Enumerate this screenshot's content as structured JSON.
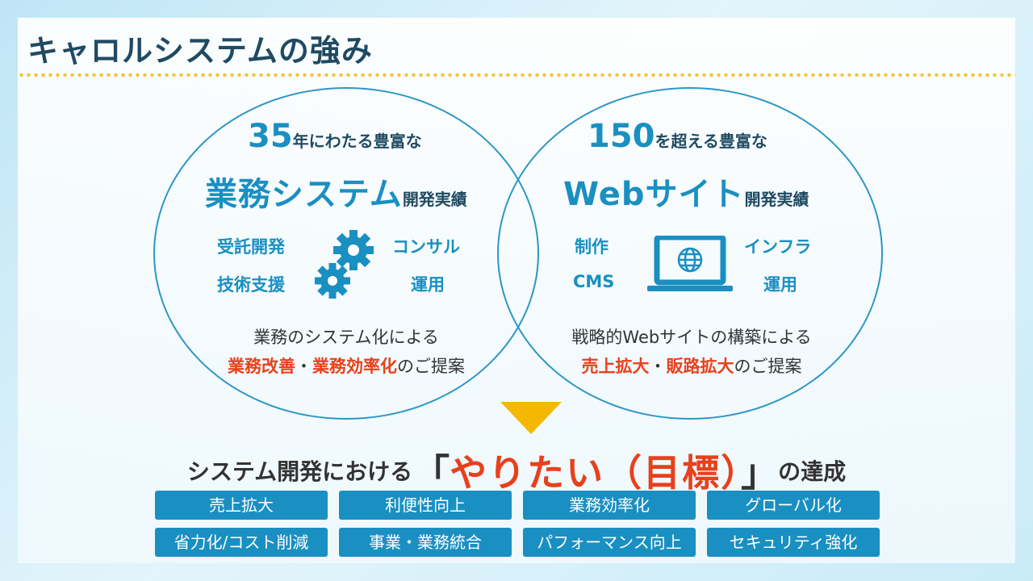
{
  "title": "キャロルシステムの強み",
  "left": {
    "head1_num": "35",
    "head1_rest": "年にわたる豊富な",
    "head2_main": "業務システム",
    "head2_sub": "開発実績",
    "services": [
      "受託開発",
      "コンサル",
      "技術支援",
      "運用"
    ],
    "desc_line1": "業務のシステム化による",
    "desc_red1": "業務改善",
    "desc_sep": "・",
    "desc_red2": "業務効率化",
    "desc_tail": "のご提案"
  },
  "right": {
    "head1_num": "150",
    "head1_rest": "を超える豊富な",
    "head2_main": "Webサイト",
    "head2_sub": "開発実績",
    "services": [
      "制作",
      "インフラ",
      "CMS",
      "運用"
    ],
    "desc_line1": "戦略的Webサイトの構築による",
    "desc_red1": "売上拡大",
    "desc_sep": "・",
    "desc_red2": "販路拡大",
    "desc_tail": "のご提案"
  },
  "goal": {
    "prefix": "システム開発における",
    "open_quote": "「",
    "highlight": "やりたい（目標）",
    "close_quote": "」",
    "suffix": "の達成"
  },
  "tags": [
    "売上拡大",
    "利便性向上",
    "業務効率化",
    "グローバル化",
    "省力化/コスト削減",
    "事業・業務統合",
    "パフォーマンス向上",
    "セキュリティ強化"
  ],
  "colors": {
    "accent": "#1a8fc2",
    "highlight": "#e8401c",
    "arrow": "#f5b800",
    "dots": "#f5c63b"
  },
  "icons": {
    "left": "gears-icon",
    "right": "monitor-globe-icon"
  }
}
